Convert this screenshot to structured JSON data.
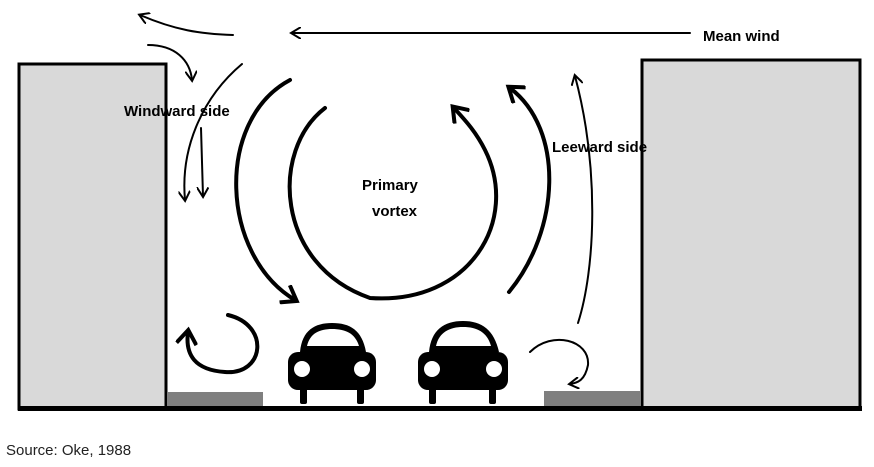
{
  "labels": {
    "mean_wind": "Mean wind",
    "windward_side": "Windward side",
    "leeward_side": "Leeward side",
    "primary_vortex_line1": "Primary",
    "primary_vortex_line2": "vortex"
  },
  "source": "Source: Oke, 1988",
  "colors": {
    "building_fill": "#d9d9d9",
    "pavement": "#7f7f7f",
    "ink": "#000000"
  }
}
